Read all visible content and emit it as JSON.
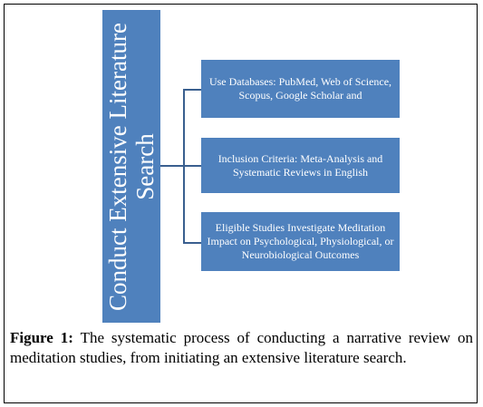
{
  "diagram": {
    "main_node": "Conduct Extensive Literature Search",
    "children": [
      "Use Databases: PubMed, Web of Science, Scopus, Google Scholar and",
      "Inclusion Criteria: Meta-Analysis and Systematic Reviews in English",
      "Eligible Studies Investigate Meditation Impact on Psychological, Physiological, or Neurobiological Outcomes"
    ],
    "colors": {
      "box_fill": "#4f81bd",
      "connector": "#3a5f8f",
      "box_text": "#ffffff"
    }
  },
  "caption": {
    "label": "Figure 1:",
    "text": "The systematic process of conducting a narrative review on meditation studies, from initiating an extensive literature search."
  }
}
